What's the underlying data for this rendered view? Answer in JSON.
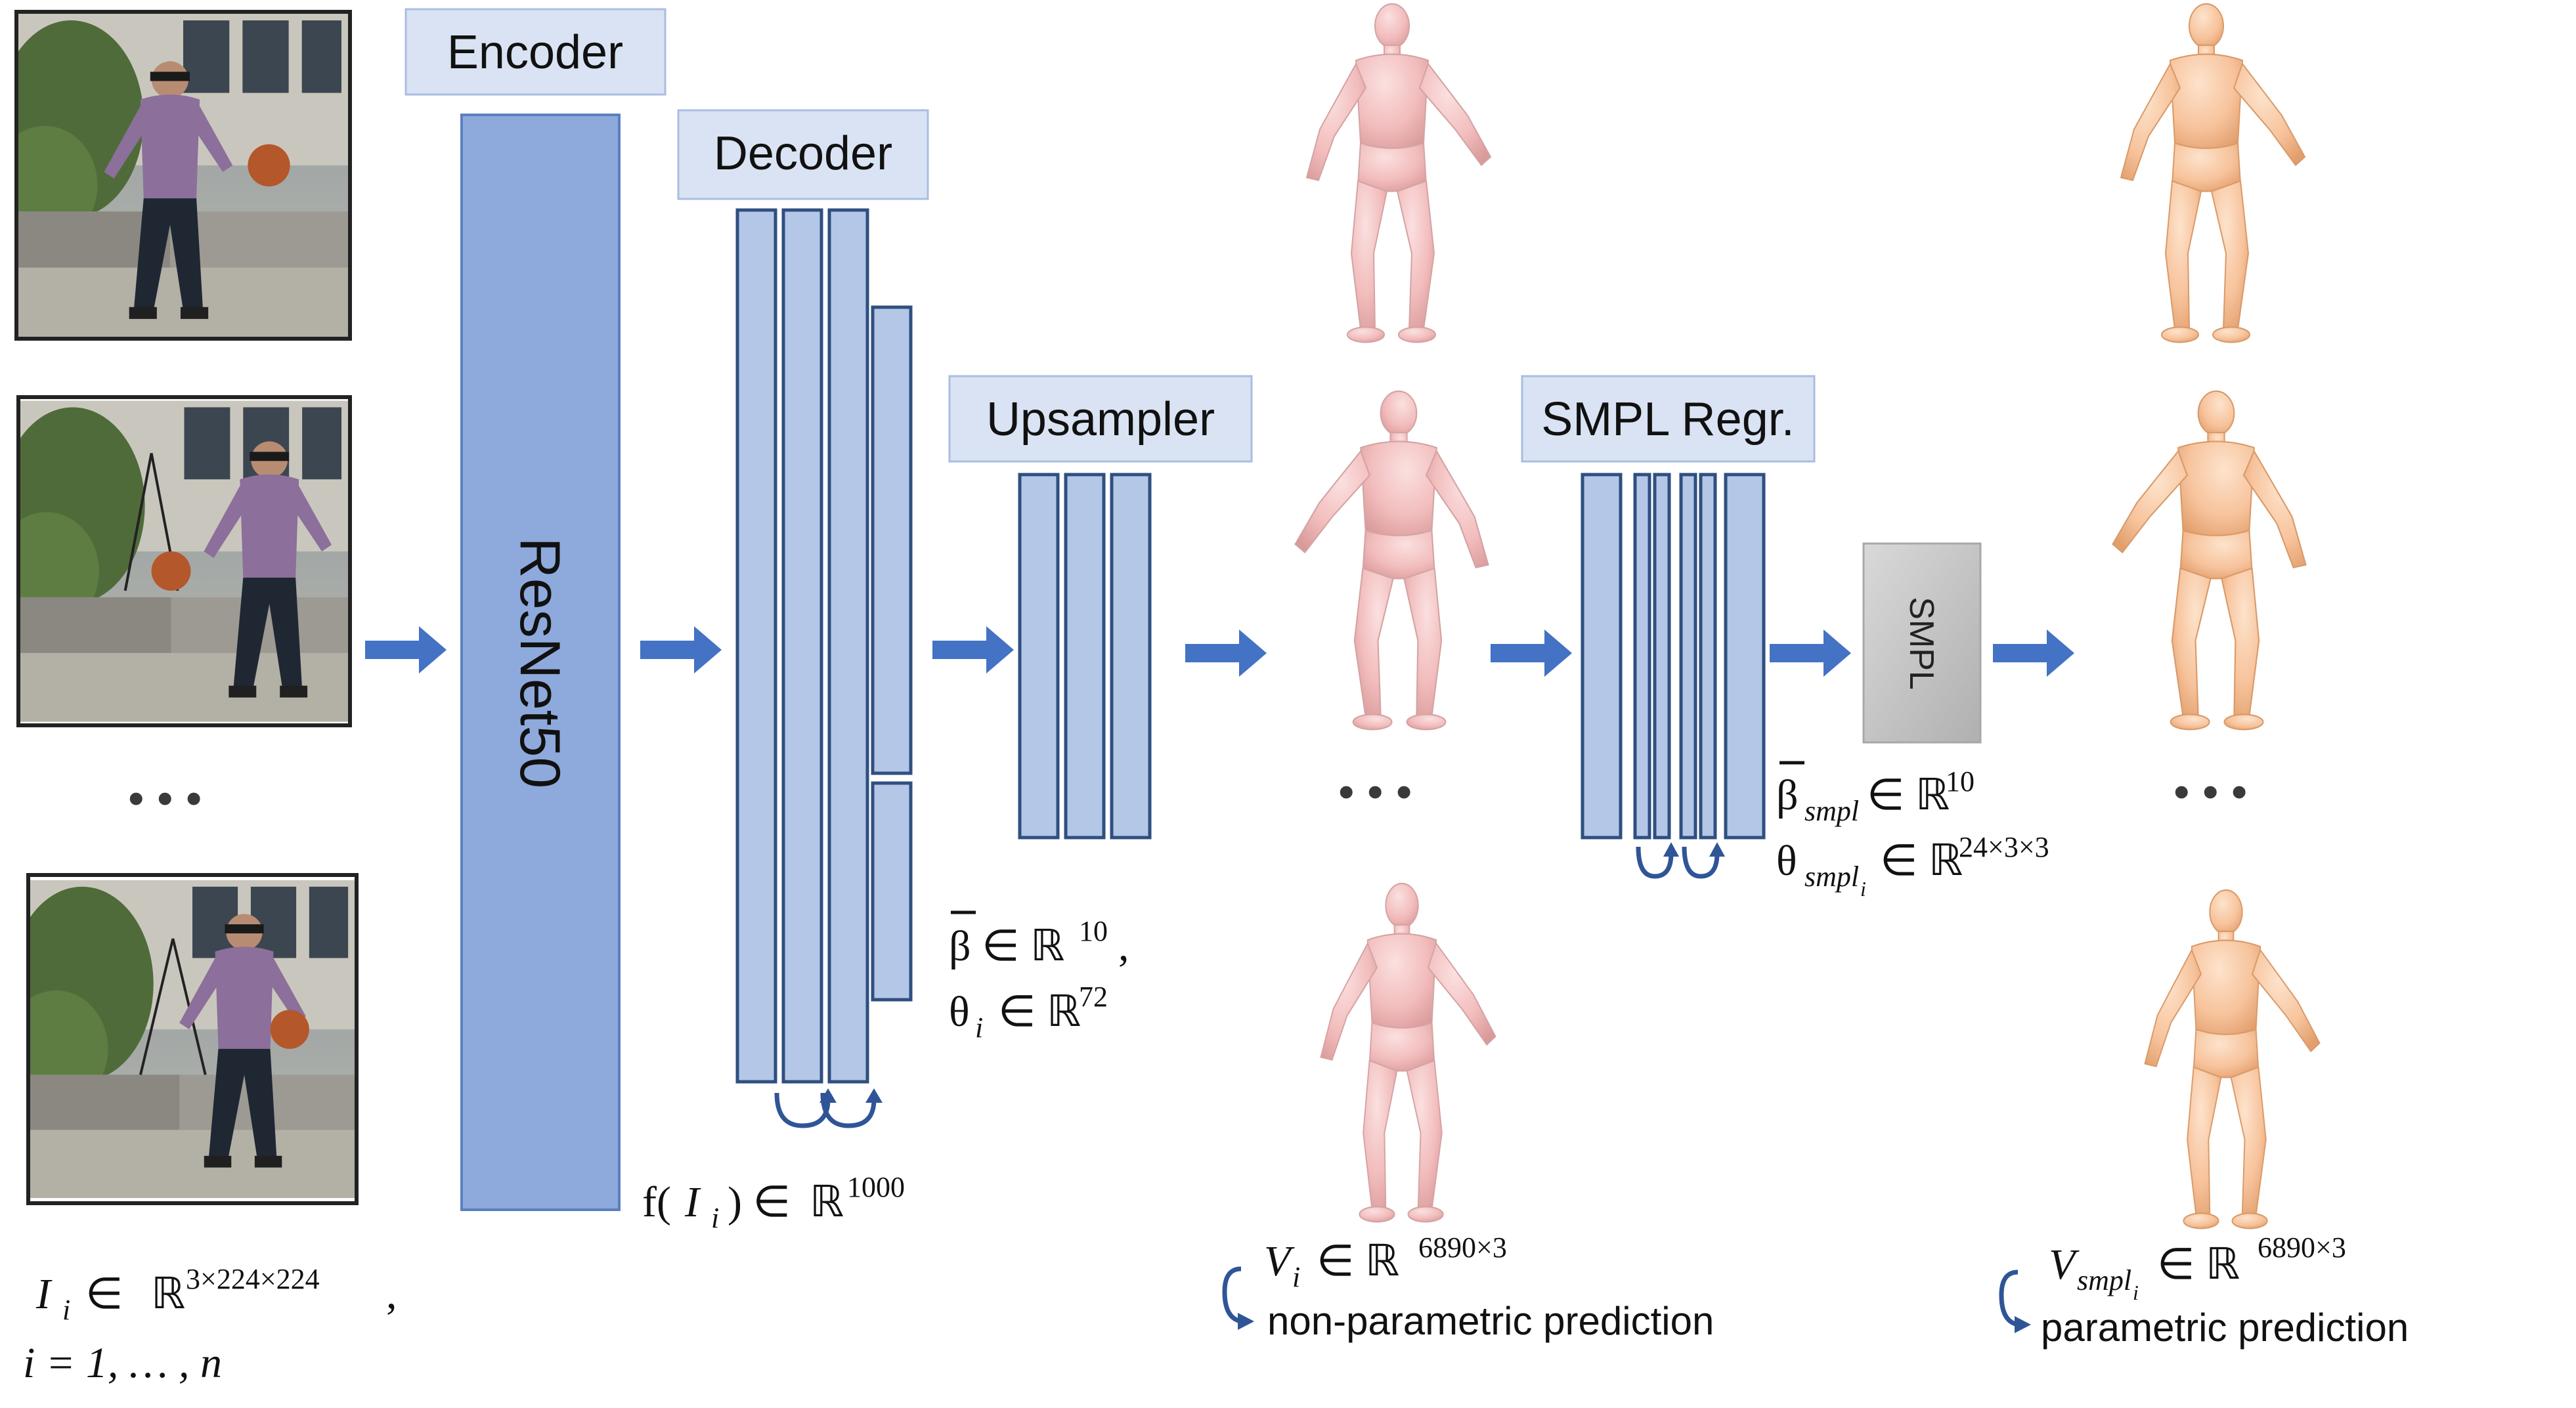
{
  "modules": {
    "encoder": "Encoder",
    "decoder": "Decoder",
    "upsampler": "Upsampler",
    "smpl_regr": "SMPL Regr.",
    "backbone": "ResNet50",
    "smpl": "SMPL"
  },
  "math": {
    "input_var": "I",
    "input_sub": "i",
    "input_in": "∈",
    "input_space": "ℝ",
    "input_dims": "3×224×224",
    "input_comma": ",",
    "index_range": "i = 1, … , n",
    "feature_pre": "f(",
    "feature_var": "I",
    "feature_sub": "i",
    "feature_post": ") ∈",
    "feature_space": "ℝ",
    "feature_dims": "1000",
    "beta_line": "β ∈ ℝ",
    "beta_dims": "10",
    "beta_comma": ",",
    "theta_var": "θ",
    "theta_sub": "i",
    "theta_in": "∈ ℝ",
    "theta_dims": "72",
    "verts_var": "V",
    "verts_sub": "i",
    "verts_in": "∈ ℝ",
    "verts_dims": "6890×3",
    "beta_smpl_var": "β",
    "beta_smpl_sub": "smpl",
    "beta_smpl_in": "∈ ℝ",
    "beta_smpl_dims": "10",
    "theta_smpl_var": "θ",
    "theta_smpl_sub": "smpl",
    "theta_smpl_subsub": "i",
    "theta_smpl_in": "∈ ℝ",
    "theta_smpl_dims": "24×3×3",
    "verts_smpl_var": "V",
    "verts_smpl_sub": "smpl",
    "verts_smpl_subsub": "i",
    "verts_smpl_in": "∈ ℝ",
    "verts_smpl_dims": "6890×3"
  },
  "captions": {
    "nonparametric": "non-parametric prediction",
    "parametric": "parametric prediction"
  },
  "ellipsis": "• • •",
  "colors": {
    "label_box": "#dae3f3",
    "layer_fill": "#b4c7e7",
    "encoder_fill": "#8eaadc",
    "arrow": "#4472c4",
    "smpl_box": "#c8c8c8",
    "nonparametric_mesh": "#f2bcbc",
    "parametric_mesh": "#f7c39c"
  },
  "icons": [
    "input-frame-photo",
    "flow-arrow",
    "skip-connection-curl",
    "human-mesh",
    "smpl-box"
  ]
}
